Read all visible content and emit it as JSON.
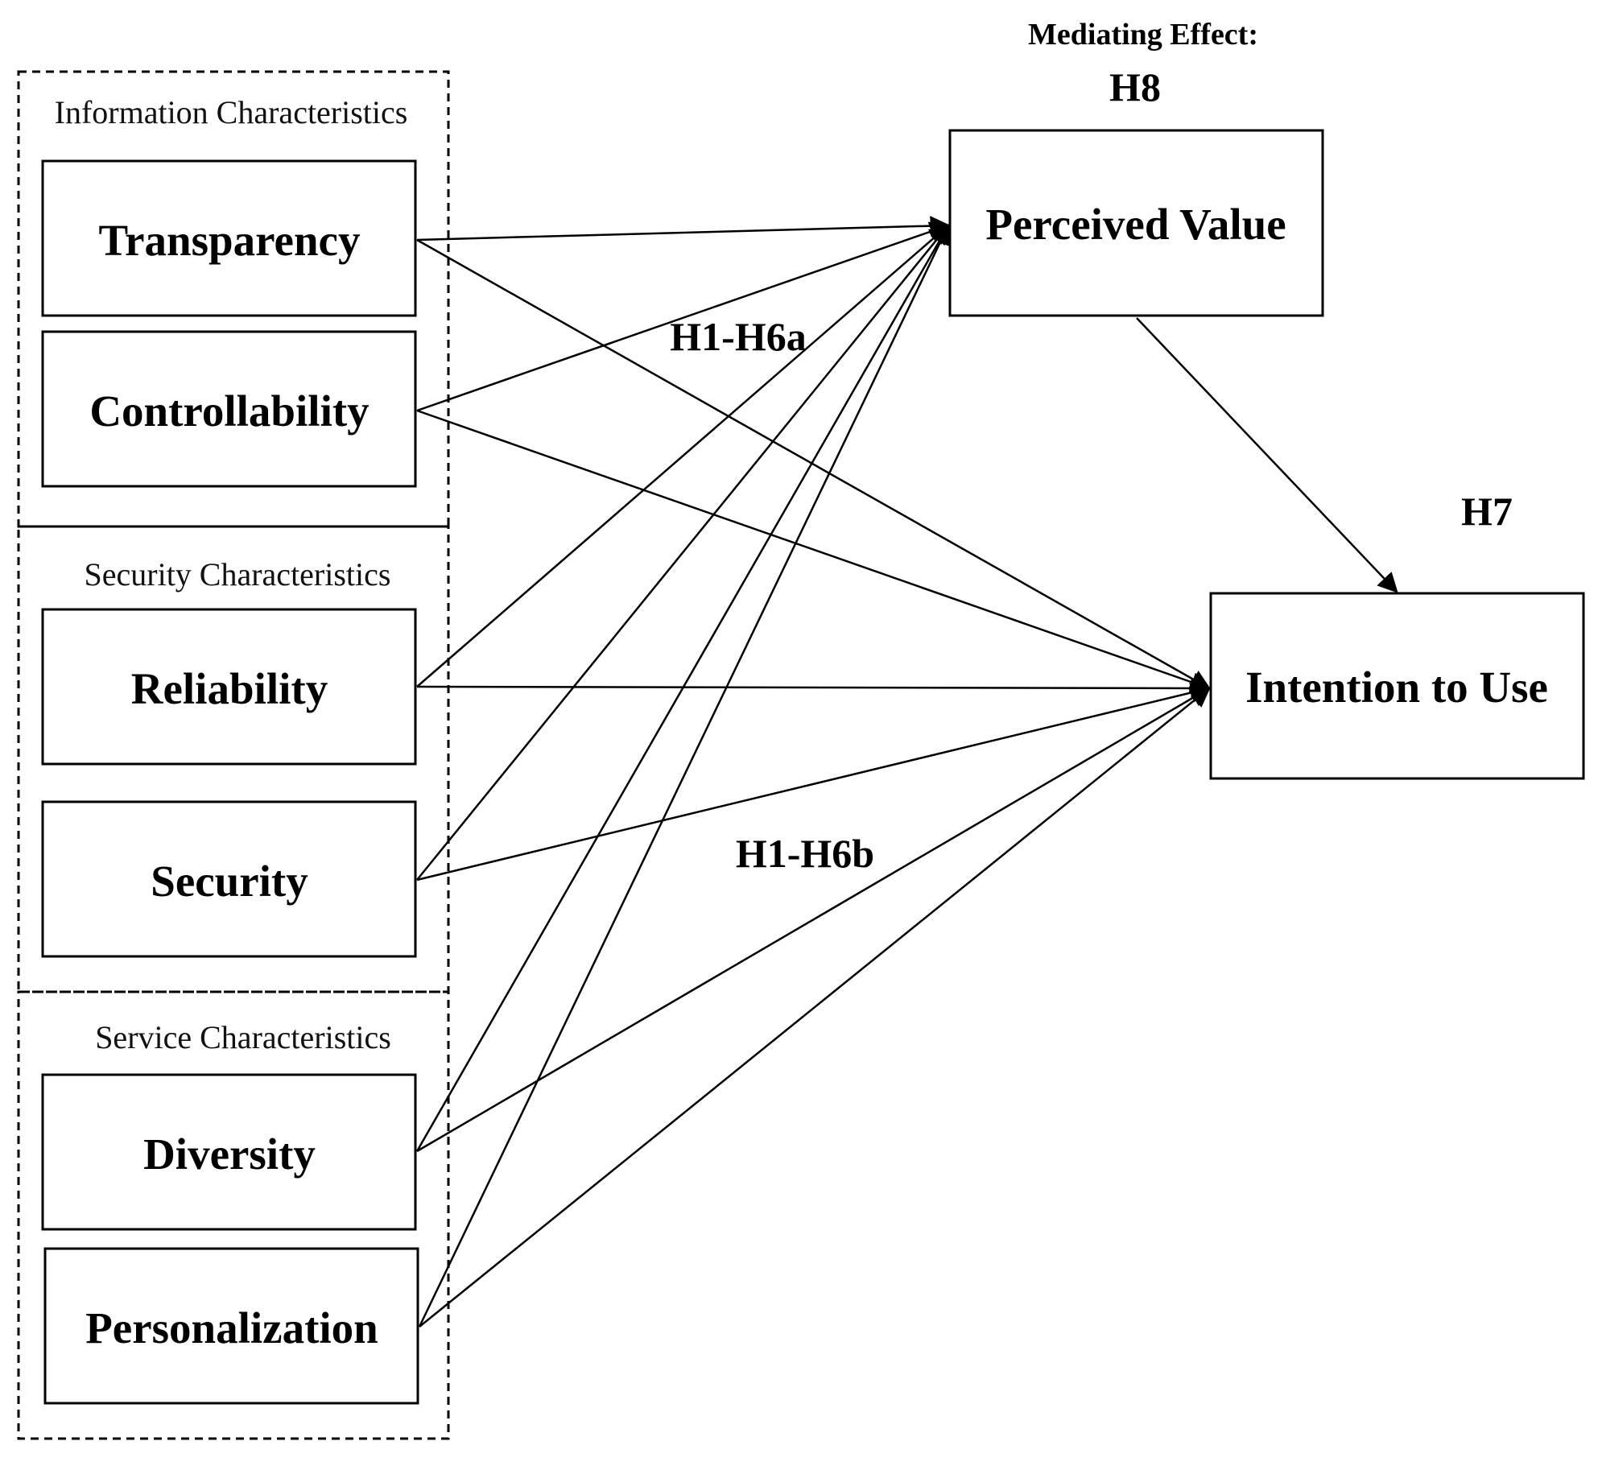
{
  "groups": {
    "information": "Information Characteristics",
    "security": "Security Characteristics",
    "service": "Service Characteristics"
  },
  "constructs": {
    "transparency": "Transparency",
    "controllability": "Controllability",
    "reliability": "Reliability",
    "security": "Security",
    "diversity": "Diversity",
    "personalization": "Personalization",
    "perceived_value": "Perceived Value",
    "intention_to_use": "Intention to Use"
  },
  "labels": {
    "mediating_effect": "Mediating Effect:",
    "h8": "H8",
    "h7": "H7",
    "h1_h6a": "H1-H6a",
    "h1_h6b": "H1-H6b"
  },
  "relationships": [
    {
      "from": "transparency",
      "to": "perceived_value"
    },
    {
      "from": "controllability",
      "to": "perceived_value"
    },
    {
      "from": "reliability",
      "to": "perceived_value"
    },
    {
      "from": "security",
      "to": "perceived_value"
    },
    {
      "from": "diversity",
      "to": "perceived_value"
    },
    {
      "from": "personalization",
      "to": "perceived_value"
    },
    {
      "from": "transparency",
      "to": "intention_to_use"
    },
    {
      "from": "controllability",
      "to": "intention_to_use"
    },
    {
      "from": "reliability",
      "to": "intention_to_use"
    },
    {
      "from": "security",
      "to": "intention_to_use"
    },
    {
      "from": "diversity",
      "to": "intention_to_use"
    },
    {
      "from": "personalization",
      "to": "intention_to_use"
    },
    {
      "from": "perceived_value",
      "to": "intention_to_use"
    }
  ]
}
